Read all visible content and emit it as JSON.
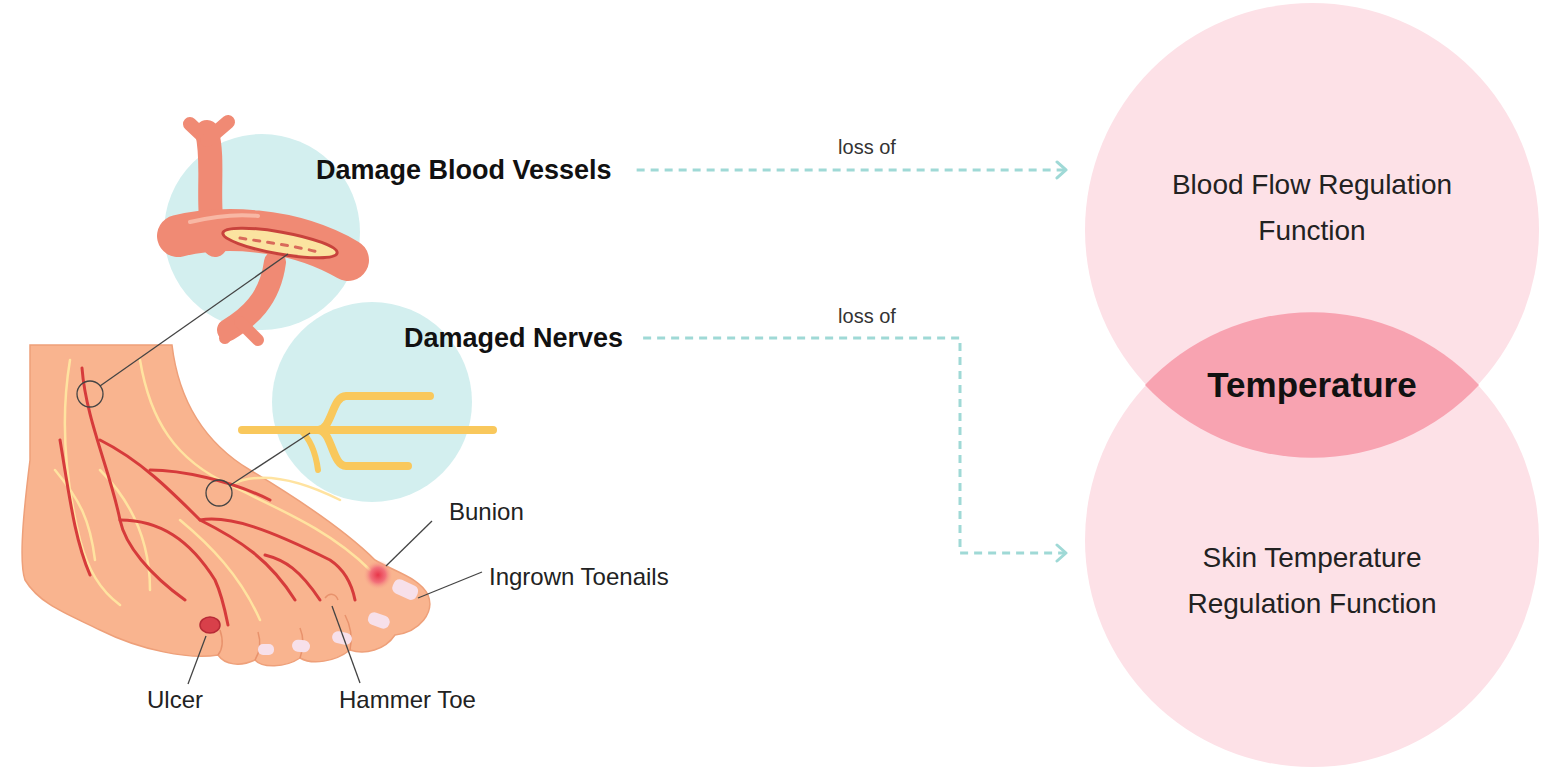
{
  "diagram": {
    "nodes": [
      {
        "text": [
          "Damage Blood Vessels"
        ]
      },
      {
        "text": [
          "Damaged Nerves"
        ]
      },
      {
        "text": [
          "Blood Flow Regulation Function"
        ]
      },
      {
        "text": [
          "Temperature"
        ]
      },
      {
        "text": [
          "Skin Temperature Regulation Function"
        ]
      }
    ],
    "edges": [
      {
        "from": 0,
        "to": 2,
        "label": "loss of",
        "arrow": "to"
      },
      {
        "from": 1,
        "to": 4,
        "label": "loss of",
        "arrow": "to"
      }
    ],
    "labels": [
      "Bunion",
      "Ingrown Toenails",
      "Ulcer",
      "Hammer Toe"
    ]
  }
}
